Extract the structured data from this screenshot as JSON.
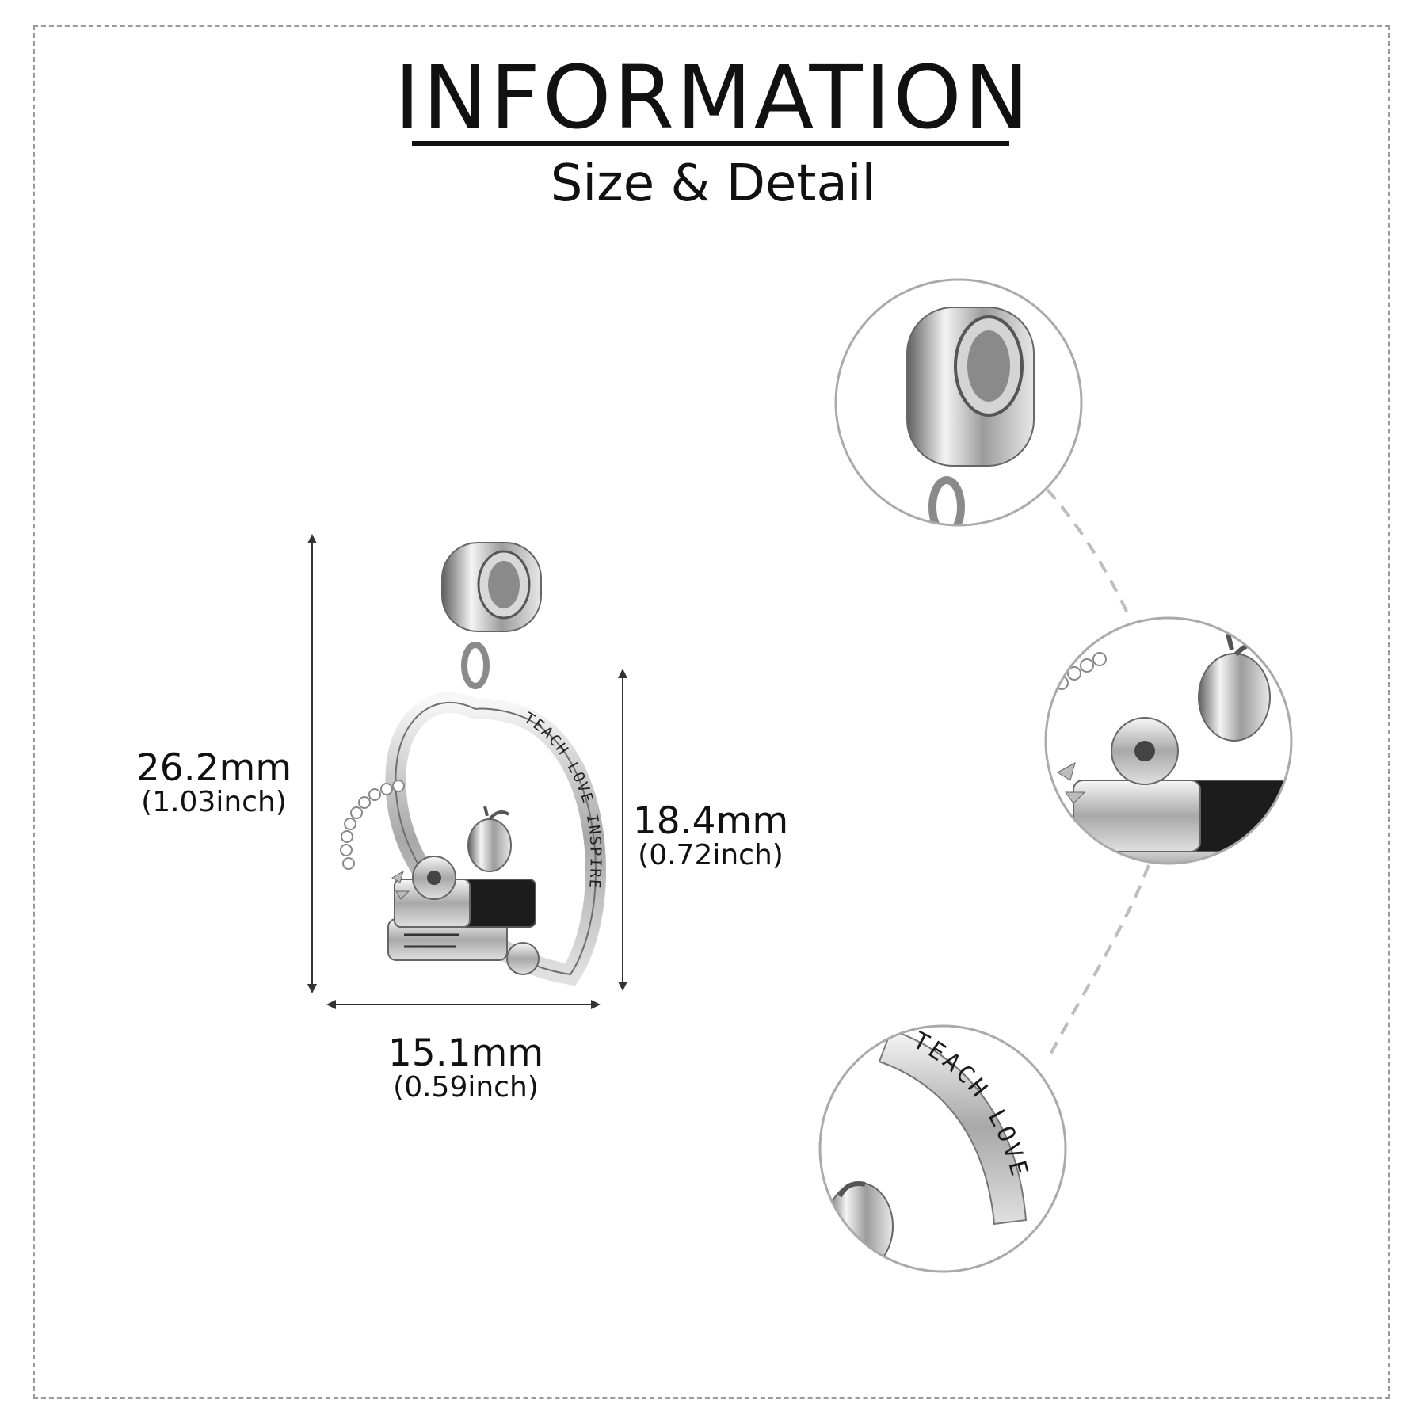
{
  "header": {
    "title": "INFORMATION",
    "subtitle": "Size & Detail"
  },
  "dimensions": {
    "total_height": {
      "mm": "26.2mm",
      "inch": "(1.03inch)"
    },
    "heart_height": {
      "mm": "18.4mm",
      "inch": "(0.72inch)"
    },
    "width": {
      "mm": "15.1mm",
      "inch": "(0.59inch)"
    }
  },
  "engraving": {
    "main": "TEACH LOVE INSPIRE",
    "detail": "TEACH LOVE"
  },
  "colors": {
    "silver": "#c9c9c9",
    "dark_silver": "#6e6e6e",
    "enamel": "#1c1c1c",
    "dashed_line": "#bdbdbd"
  }
}
